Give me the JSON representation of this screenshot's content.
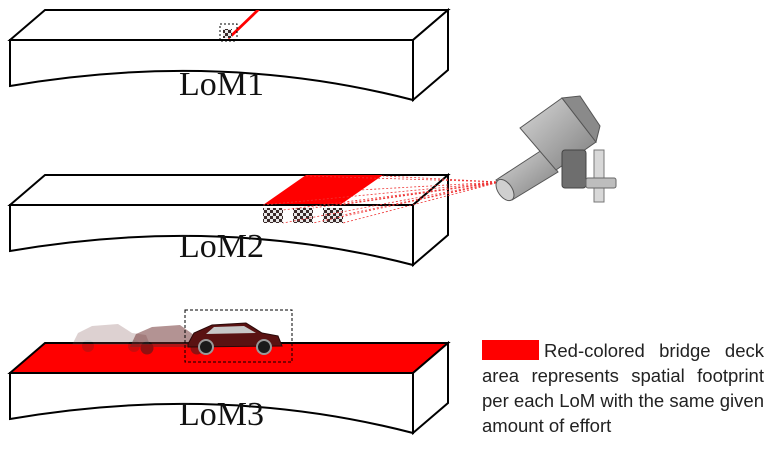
{
  "levels": [
    {
      "label": "LoM1"
    },
    {
      "label": "LoM2"
    },
    {
      "label": "LoM3"
    }
  ],
  "legend": {
    "text": "Red-colored bridge deck area represents spatial footprint per each LoM with the same given amount of effort",
    "swatch_color": "#ff0000"
  },
  "colors": {
    "deck_red": "#ff0000",
    "outline": "#000000",
    "car_body": "#5a1212",
    "camera_gray": "#9a9a9a"
  },
  "icons": [
    "inspection-camera-icon",
    "robotic-arm-icon",
    "car-icon",
    "checkerboard-target-icon"
  ]
}
